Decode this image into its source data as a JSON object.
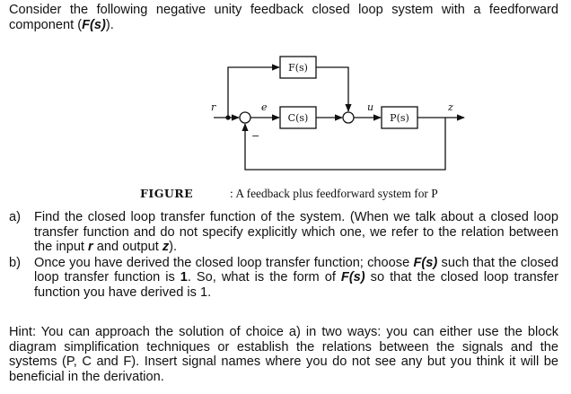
{
  "intro": {
    "text_before": "Consider the following negative unity feedback closed loop system with a feedforward component (",
    "f_label": "F(s)",
    "text_after": ")."
  },
  "diagram": {
    "block_f": "F(s)",
    "block_c": "C(s)",
    "block_p": "P(s)",
    "signal_r": "r",
    "signal_e": "e",
    "signal_u": "u",
    "signal_z": "z",
    "feedback_sign": "−"
  },
  "caption": {
    "label": "FIGURE",
    "text": ": A feedback plus feedforward system for P"
  },
  "questions": [
    {
      "marker": "a)",
      "part1": "Find the closed loop transfer function of the system.  (When we talk about a closed loop transfer function and do not specify explicitly which one, we refer to the relation between the input ",
      "input_var": "r",
      "part2": " and output ",
      "output_var": "z",
      "part3": ")."
    },
    {
      "marker": "b)",
      "part1": "Once you have derived the closed loop transfer function; choose ",
      "f1": "F(s)",
      "part2": " such that the closed loop transfer function is ",
      "one": "1",
      "part3": ". So, what is the form of ",
      "f2": "F(s)",
      "part4": " so that the closed loop transfer function you have derived is 1."
    }
  ],
  "hint": "Hint: You can approach the solution of choice a) in two ways: you can either use the block diagram simplification techniques or establish the relations between the signals and the systems (P, C and F). Insert signal names where you do not see any but you think it will be beneficial in the derivation."
}
